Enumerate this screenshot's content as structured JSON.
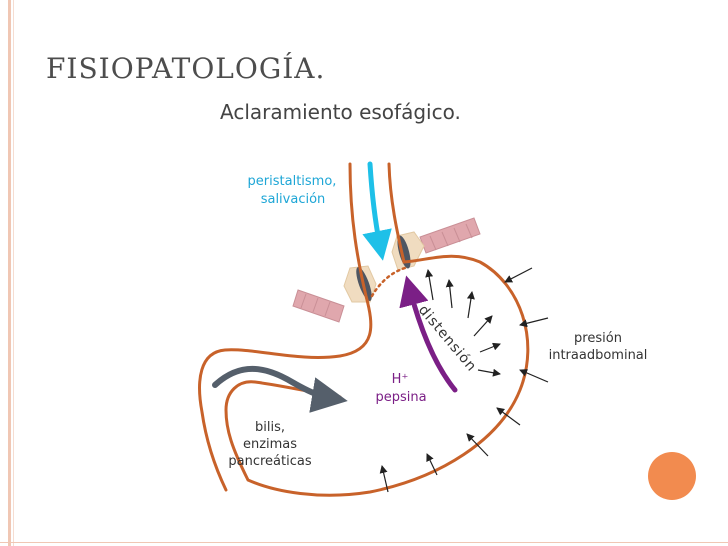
{
  "slide": {
    "title": "FISIOPATOLOGÍA.",
    "subtitle": "Aclaramiento esofágico."
  },
  "diagram": {
    "peristalsis_line1": "peristaltismo,",
    "peristalsis_line2": "salivación",
    "distension": "distensión",
    "pressure_line1": "presión",
    "pressure_line2": "intraadbominal",
    "acid_line1": "H⁺",
    "acid_line2": "pepsina",
    "bile_line1": "bilis,",
    "bile_line2": "enzimas",
    "bile_line3": "pancreáticas"
  },
  "colors": {
    "stomach_outline": "#c8622a",
    "peristalsis_arrow": "#1ec0e8",
    "acid_arrow": "#7b1f86",
    "bile_arrow": "#555f6b",
    "accent_circle": "#f28b4f",
    "label_cyan": "#1ea6d6",
    "label_purple": "#7b1f86"
  }
}
